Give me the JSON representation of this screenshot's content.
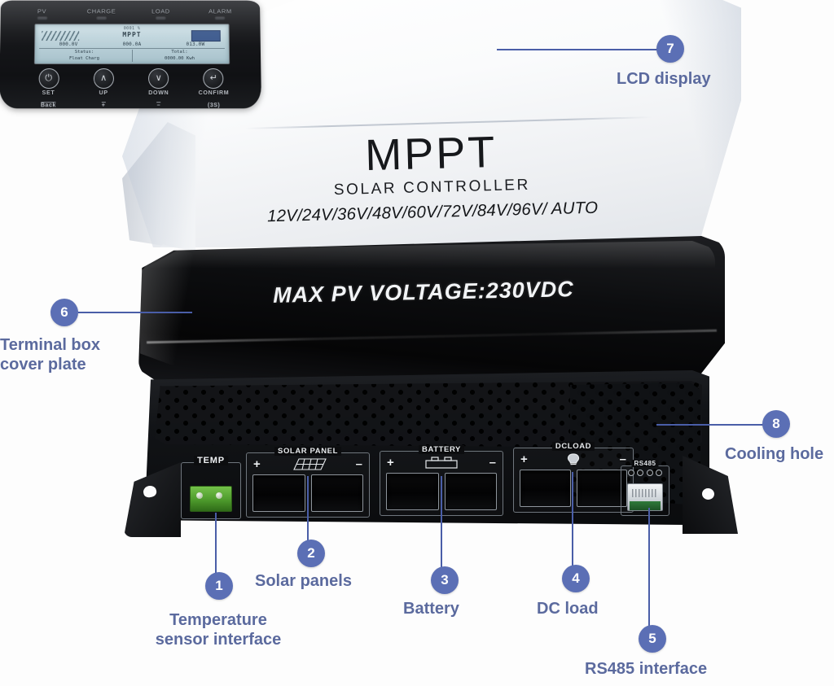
{
  "product": {
    "brand_title": "MPPT",
    "brand_subtitle": "SOLAR CONTROLLER",
    "voltage_list": "12V/24V/36V/48V/60V/72V/84V/96V/ AUTO",
    "cover_text": "MAX PV VOLTAGE:230VDC"
  },
  "panel": {
    "leds": [
      {
        "label": "PV",
        "icon": "led-indicator-icon"
      },
      {
        "label": "CHARGE",
        "icon": "led-indicator-icon"
      },
      {
        "label": "LOAD",
        "icon": "led-indicator-icon"
      },
      {
        "label": "ALARM",
        "icon": "led-indicator-icon"
      }
    ],
    "buttons": [
      {
        "glyph": "⏻",
        "label": "SET",
        "sub": "Back",
        "icon": "power-set-icon"
      },
      {
        "glyph": "∧",
        "label": "UP",
        "sub": "+",
        "icon": "chevron-up-icon"
      },
      {
        "glyph": "∨",
        "label": "DOWN",
        "sub": "–",
        "icon": "chevron-down-icon"
      },
      {
        "glyph": "↵",
        "label": "CONFIRM",
        "sub": "(3S)",
        "icon": "enter-confirm-icon"
      }
    ]
  },
  "lcd": {
    "header": "0001 %",
    "mode": "MPPT",
    "readings": [
      "000.0V",
      "000.0A",
      "013.0W"
    ],
    "cells": [
      {
        "title": "Status:",
        "value": "Float Charg"
      },
      {
        "title": "Total:",
        "value": "0000.00 Kwh"
      }
    ]
  },
  "terminals": {
    "temp": {
      "label": "TEMP",
      "icon": "temperature-connector-icon"
    },
    "solar": {
      "label": "SOLAR PANEL",
      "plus": "+",
      "minus": "–",
      "icon": "solar-panel-icon"
    },
    "battery": {
      "label": "BATTERY",
      "plus": "+",
      "minus": "–",
      "icon": "battery-icon"
    },
    "dcload": {
      "label": "DCLOAD",
      "plus": "+",
      "minus": "–",
      "icon": "lamp-load-icon"
    },
    "rs485": {
      "label": "RS485",
      "icon": "rj45-connector-icon"
    }
  },
  "callouts": [
    {
      "number": "1",
      "label": "Temperature\nsensor interface"
    },
    {
      "number": "2",
      "label": "Solar panels"
    },
    {
      "number": "3",
      "label": "Battery"
    },
    {
      "number": "4",
      "label": "DC load"
    },
    {
      "number": "5",
      "label": "RS485 interface"
    },
    {
      "number": "6",
      "label": "Terminal box\ncover plate"
    },
    {
      "number": "7",
      "label": "LCD display"
    },
    {
      "number": "8",
      "label": "Cooling hole"
    }
  ],
  "colors": {
    "callout_circle": "#5b6fb5",
    "callout_text": "#5b6a9e",
    "leader_line": "#4a5ea8",
    "device_black": "#0c0d0f",
    "device_white": "#f4f6f8",
    "lcd_background": "#bcd2da",
    "temp_connector_green": "#4d9a2c"
  }
}
